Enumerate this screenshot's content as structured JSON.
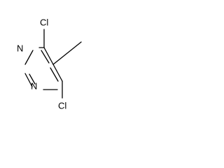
{
  "molecule": {
    "atoms": {
      "n_top": "N",
      "n_bottom": "N",
      "cl_top": "Cl",
      "cl_bottom": "Cl"
    }
  }
}
